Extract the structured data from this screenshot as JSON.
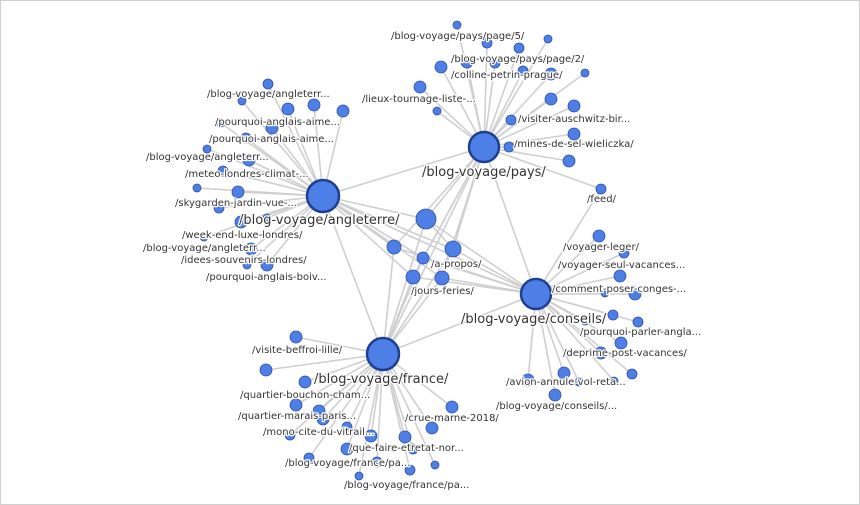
{
  "graph": {
    "edge_color": "#cfcfcf",
    "node_color": "#4d7fe6",
    "node_border": "#2f4fa8",
    "hubs": [
      {
        "id": "angleterre",
        "label": "/blog-voyage/angleterre/"
      },
      {
        "id": "pays",
        "label": "/blog-voyage/pays/"
      },
      {
        "id": "conseils",
        "label": "/blog-voyage/conseils/"
      },
      {
        "id": "france",
        "label": "/blog-voyage/france/"
      }
    ],
    "labels": [
      "/blog-voyage/angleterr...",
      "/pourquoi-anglais-aime...",
      "/pourquoi-anglais-aime...",
      "/blog-voyage/angleterr...",
      "/meteo-londres-climat-...",
      "/skygarden-jardin-vue-...",
      "/week-end-luxe-londres/",
      "/blog-voyage/angleterr...",
      "/idees-souvenirs-londres/",
      "/pourquoi-anglais-boiv...",
      "/blog-voyage/pays/page/5/",
      "/blog-voyage/pays/page/2/",
      "/colline-petrin-prague/",
      "/lieux-tournage-liste-...",
      "/visiter-auschwitz-bir...",
      "/mines-de-sel-wieliczka/",
      "/feed/",
      "/a-propos/",
      "/jours-feries/",
      "/voyager-leger/",
      "/voyager-seul-vacances...",
      "/comment-poser-conges-...",
      "/pourquoi-parler-angla...",
      "/deprime-post-vacances/",
      "/avion-annule-vol-reta...",
      "/blog-voyage/conseils/...",
      "/visite-beffroi-lille/",
      "/quartier-bouchon-cham...",
      "/quartier-marais-paris...",
      "/mono-cite-du-vitrail...",
      "/crue-marne-2018/",
      "/que-faire-etretat-nor...",
      "/blog-voyage/france/pa...",
      "/blog-voyage/france/pa..."
    ]
  }
}
